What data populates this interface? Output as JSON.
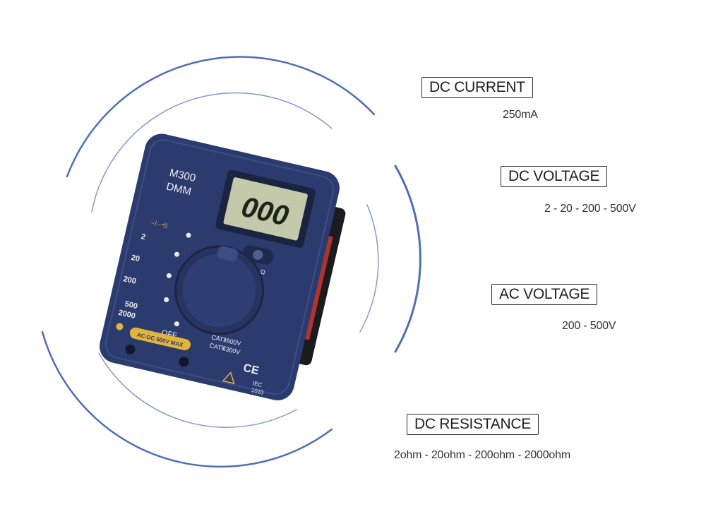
{
  "specs": [
    {
      "label": "DC CURRENT",
      "value": "250mA"
    },
    {
      "label": "DC VOLTAGE",
      "value": "2 - 20 - 200 - 500V"
    },
    {
      "label": "AC VOLTAGE",
      "value": "200 - 500V"
    },
    {
      "label": "DC RESISTANCE",
      "value": "2ohm - 20ohm - 200ohm - 2000ohm"
    }
  ],
  "meter": {
    "display": "000",
    "model": "M300",
    "type": "DMM",
    "ranges": [
      "2",
      "20",
      "200",
      "500",
      "2000"
    ],
    "off_label": "OFF",
    "cat1": "CATⅡ600V",
    "cat2": "CATⅢ300V",
    "warning_strip": "AC-DC 500V MAX",
    "ce_mark": "CE",
    "iec": "IEC",
    "iec_num": "1010",
    "body_color": "#2c3b6e",
    "accent_color": "#e2b43b"
  },
  "colors": {
    "ring": "#4f6fb5"
  }
}
